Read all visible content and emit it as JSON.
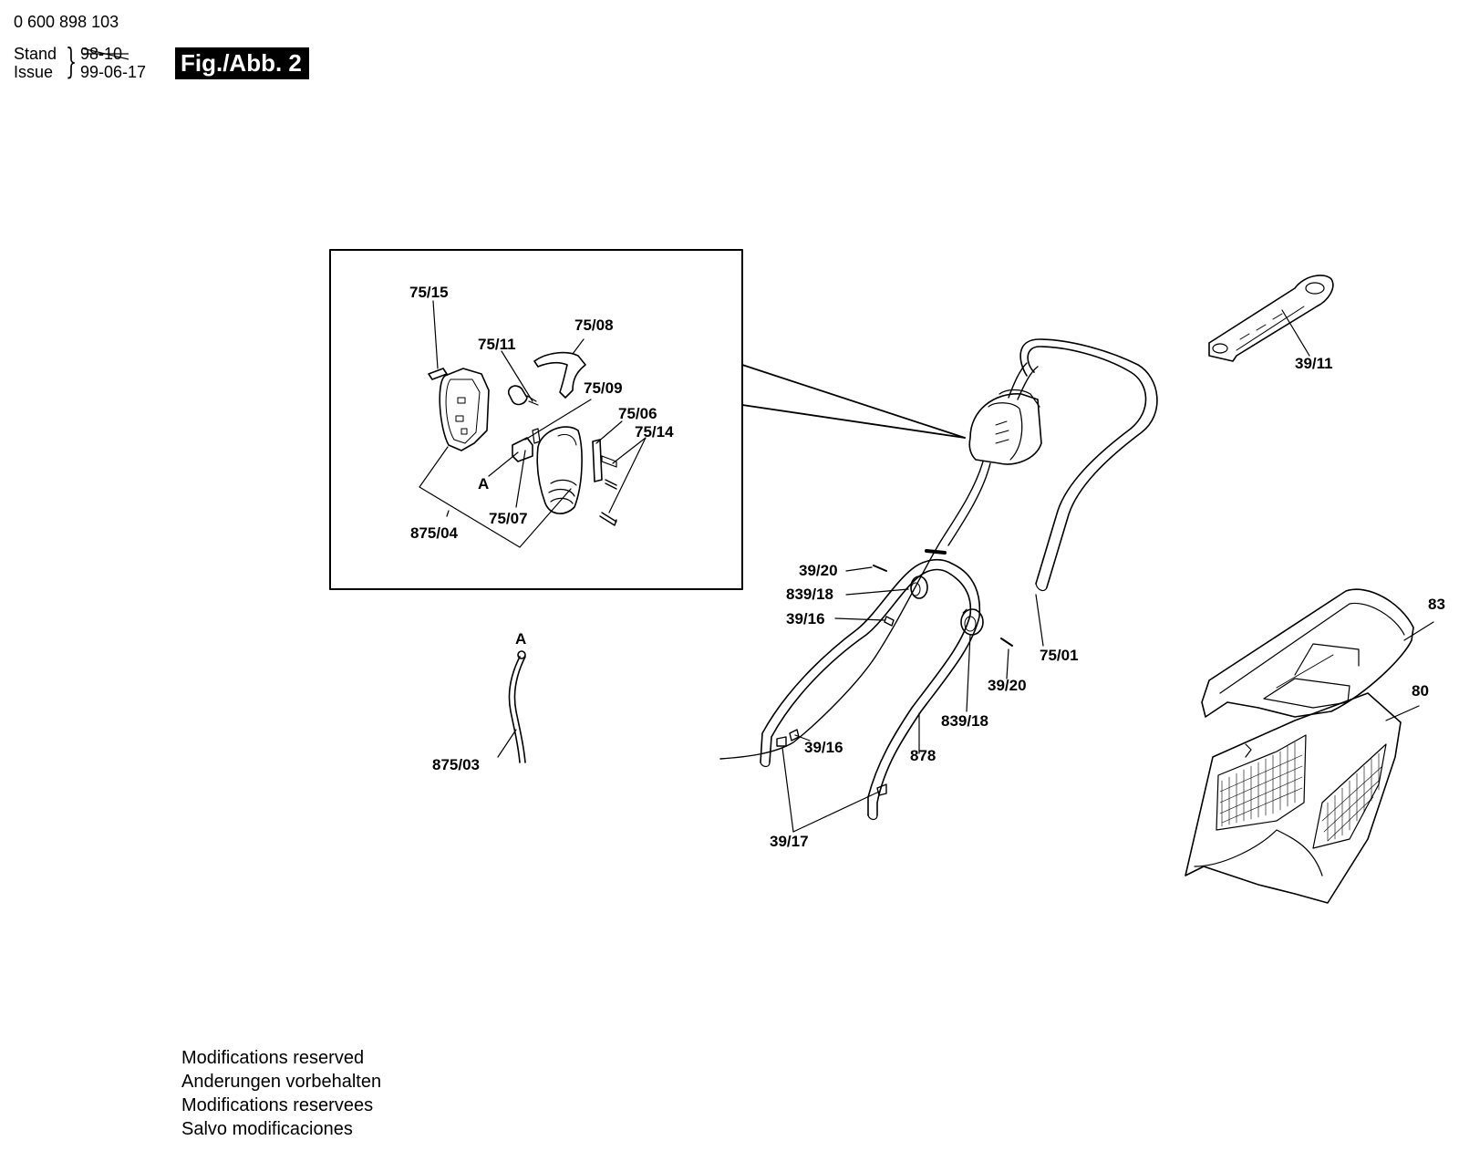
{
  "header": {
    "doc_number": "0 600 898 103",
    "stand_label": "Stand",
    "issue_label": "Issue",
    "date_old": "98-10",
    "date_new": "99-06-17",
    "figure_tag": "Fig./Abb. 2"
  },
  "part_labels": {
    "p75_15": "75/15",
    "p75_11": "75/11",
    "p75_08": "75/08",
    "p75_09": "75/09",
    "p75_06": "75/06",
    "p75_14": "75/14",
    "pA_inset": "A",
    "p75_07": "75/07",
    "p875_04": "875/04",
    "p39_11": "39/11",
    "p39_20a": "39/20",
    "p839_18a": "839/18",
    "p39_16a": "39/16",
    "p75_01": "75/01",
    "p39_20b": "39/20",
    "p839_18b": "839/18",
    "p39_16b": "39/16",
    "p878": "878",
    "p39_17": "39/17",
    "pA_cable": "A",
    "p875_03": "875/03",
    "p83": "83",
    "p80": "80"
  },
  "footer": {
    "line1": "Modifications reserved",
    "line2": "Anderungen vorbehalten",
    "line3": "Modifications reservees",
    "line4": "Salvo modificaciones"
  }
}
